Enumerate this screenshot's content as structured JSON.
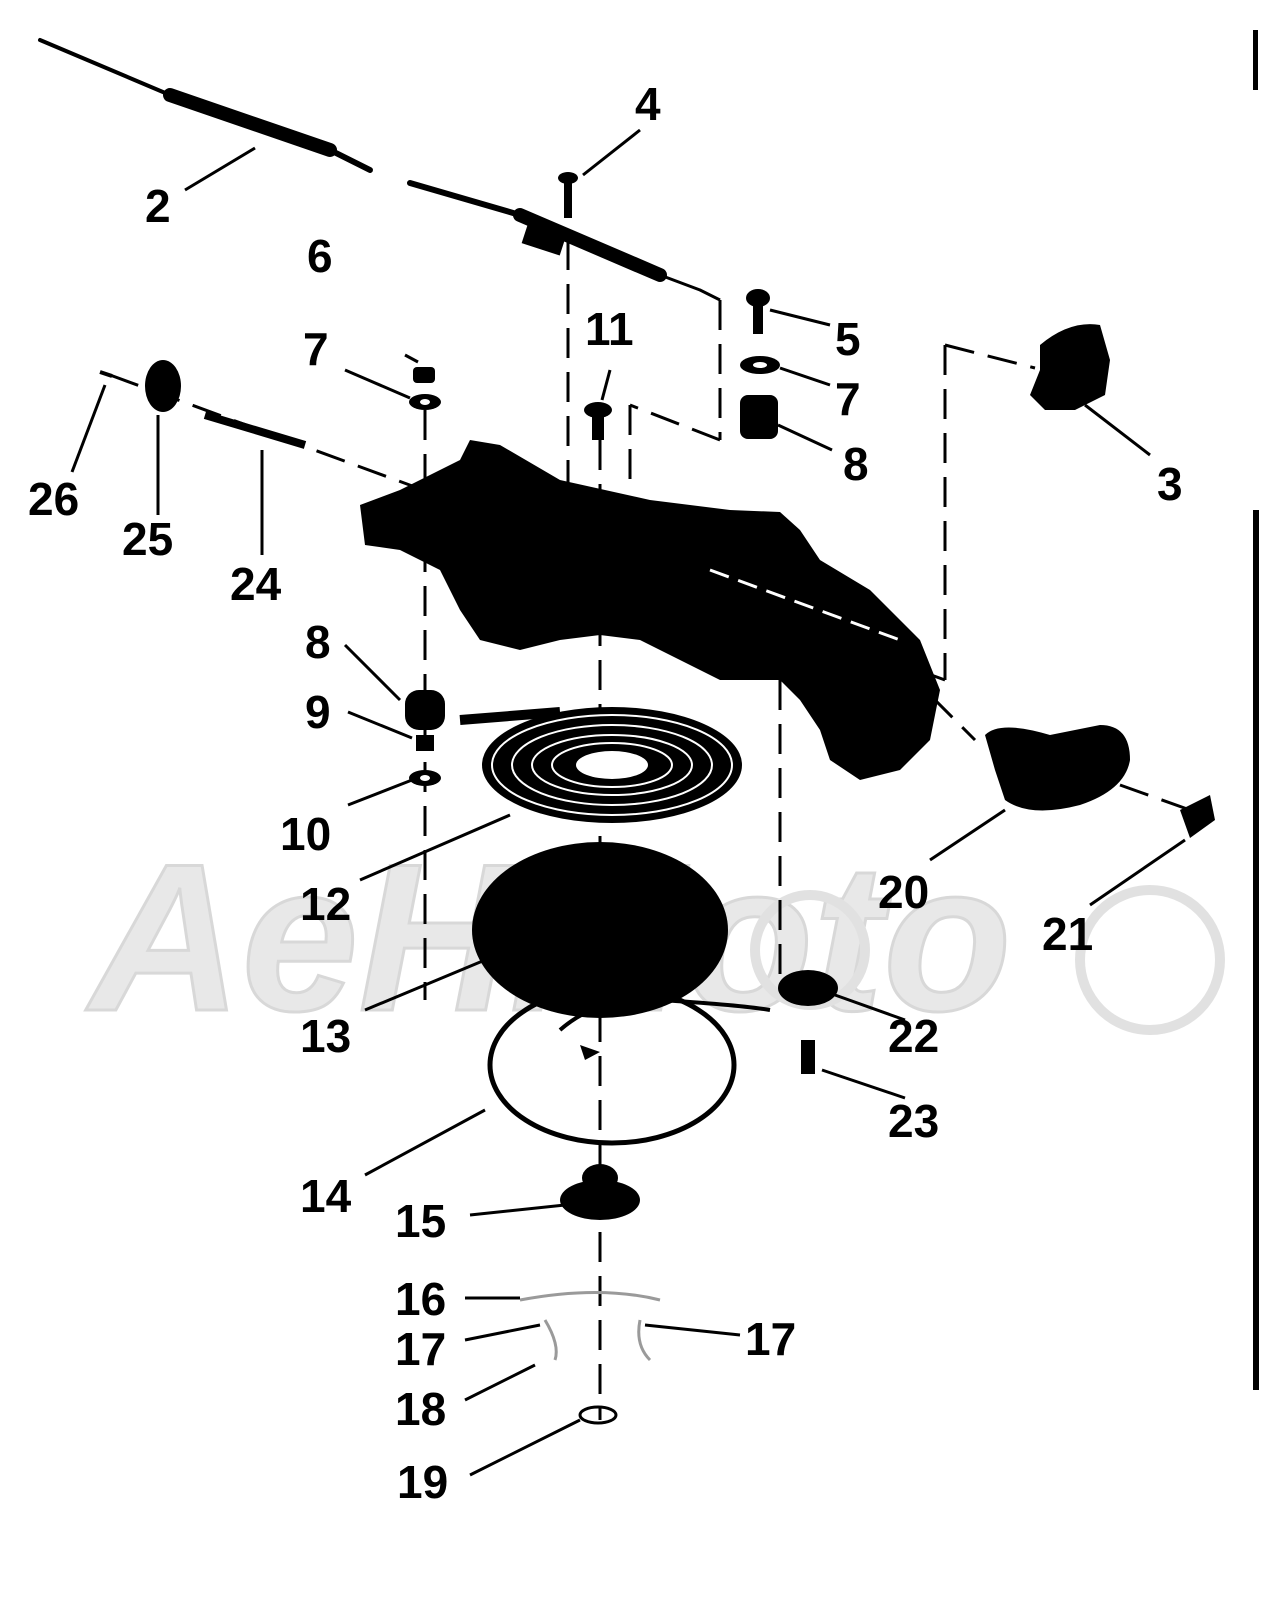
{
  "diagram": {
    "watermark": "AeHMoto",
    "callouts": [
      {
        "id": "2",
        "text": "2"
      },
      {
        "id": "4",
        "text": "4"
      },
      {
        "id": "6",
        "text": "6"
      },
      {
        "id": "7a",
        "text": "7"
      },
      {
        "id": "11",
        "text": "11"
      },
      {
        "id": "5",
        "text": "5"
      },
      {
        "id": "7b",
        "text": "7"
      },
      {
        "id": "8a",
        "text": "8"
      },
      {
        "id": "3",
        "text": "3"
      },
      {
        "id": "26",
        "text": "26"
      },
      {
        "id": "25",
        "text": "25"
      },
      {
        "id": "24",
        "text": "24"
      },
      {
        "id": "8b",
        "text": "8"
      },
      {
        "id": "9",
        "text": "9"
      },
      {
        "id": "10",
        "text": "10"
      },
      {
        "id": "12",
        "text": "12"
      },
      {
        "id": "13",
        "text": "13"
      },
      {
        "id": "20",
        "text": "20"
      },
      {
        "id": "21",
        "text": "21"
      },
      {
        "id": "22",
        "text": "22"
      },
      {
        "id": "23",
        "text": "23"
      },
      {
        "id": "14",
        "text": "14"
      },
      {
        "id": "15",
        "text": "15"
      },
      {
        "id": "16",
        "text": "16"
      },
      {
        "id": "17a",
        "text": "17"
      },
      {
        "id": "17b",
        "text": "17"
      },
      {
        "id": "18",
        "text": "18"
      },
      {
        "id": "19",
        "text": "19"
      }
    ]
  }
}
